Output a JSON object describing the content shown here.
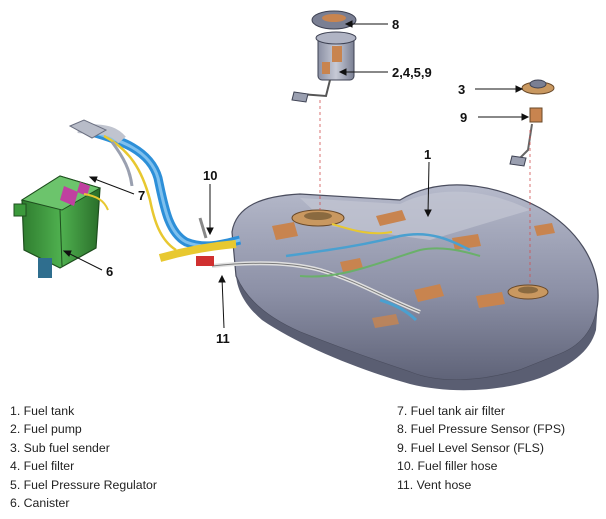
{
  "callouts": {
    "c1": "1",
    "c3": "3",
    "c6": "6",
    "c7": "7",
    "c8": "8",
    "c9": "9",
    "c10": "10",
    "c11": "11",
    "c2459": "2,4,5,9"
  },
  "legend_left": [
    "1. Fuel tank",
    "2. Fuel pump",
    "3. Sub fuel sender",
    "4. Fuel filter",
    "5. Fuel Pressure Regulator",
    "6. Canister"
  ],
  "legend_right": [
    "7. Fuel tank air filter",
    "8. Fuel Pressure Sensor (FPS)",
    "9. Fuel Level Sensor (FLS)",
    "10. Fuel filler hose",
    "11. Vent hose"
  ],
  "colors": {
    "tank": "#8e93a8",
    "canister": "#3c9a3c",
    "pad": "#c8844f",
    "hose_blue": "#2d8fd8",
    "hose_yellow": "#e8c830",
    "filter_purple": "#c040a0"
  }
}
